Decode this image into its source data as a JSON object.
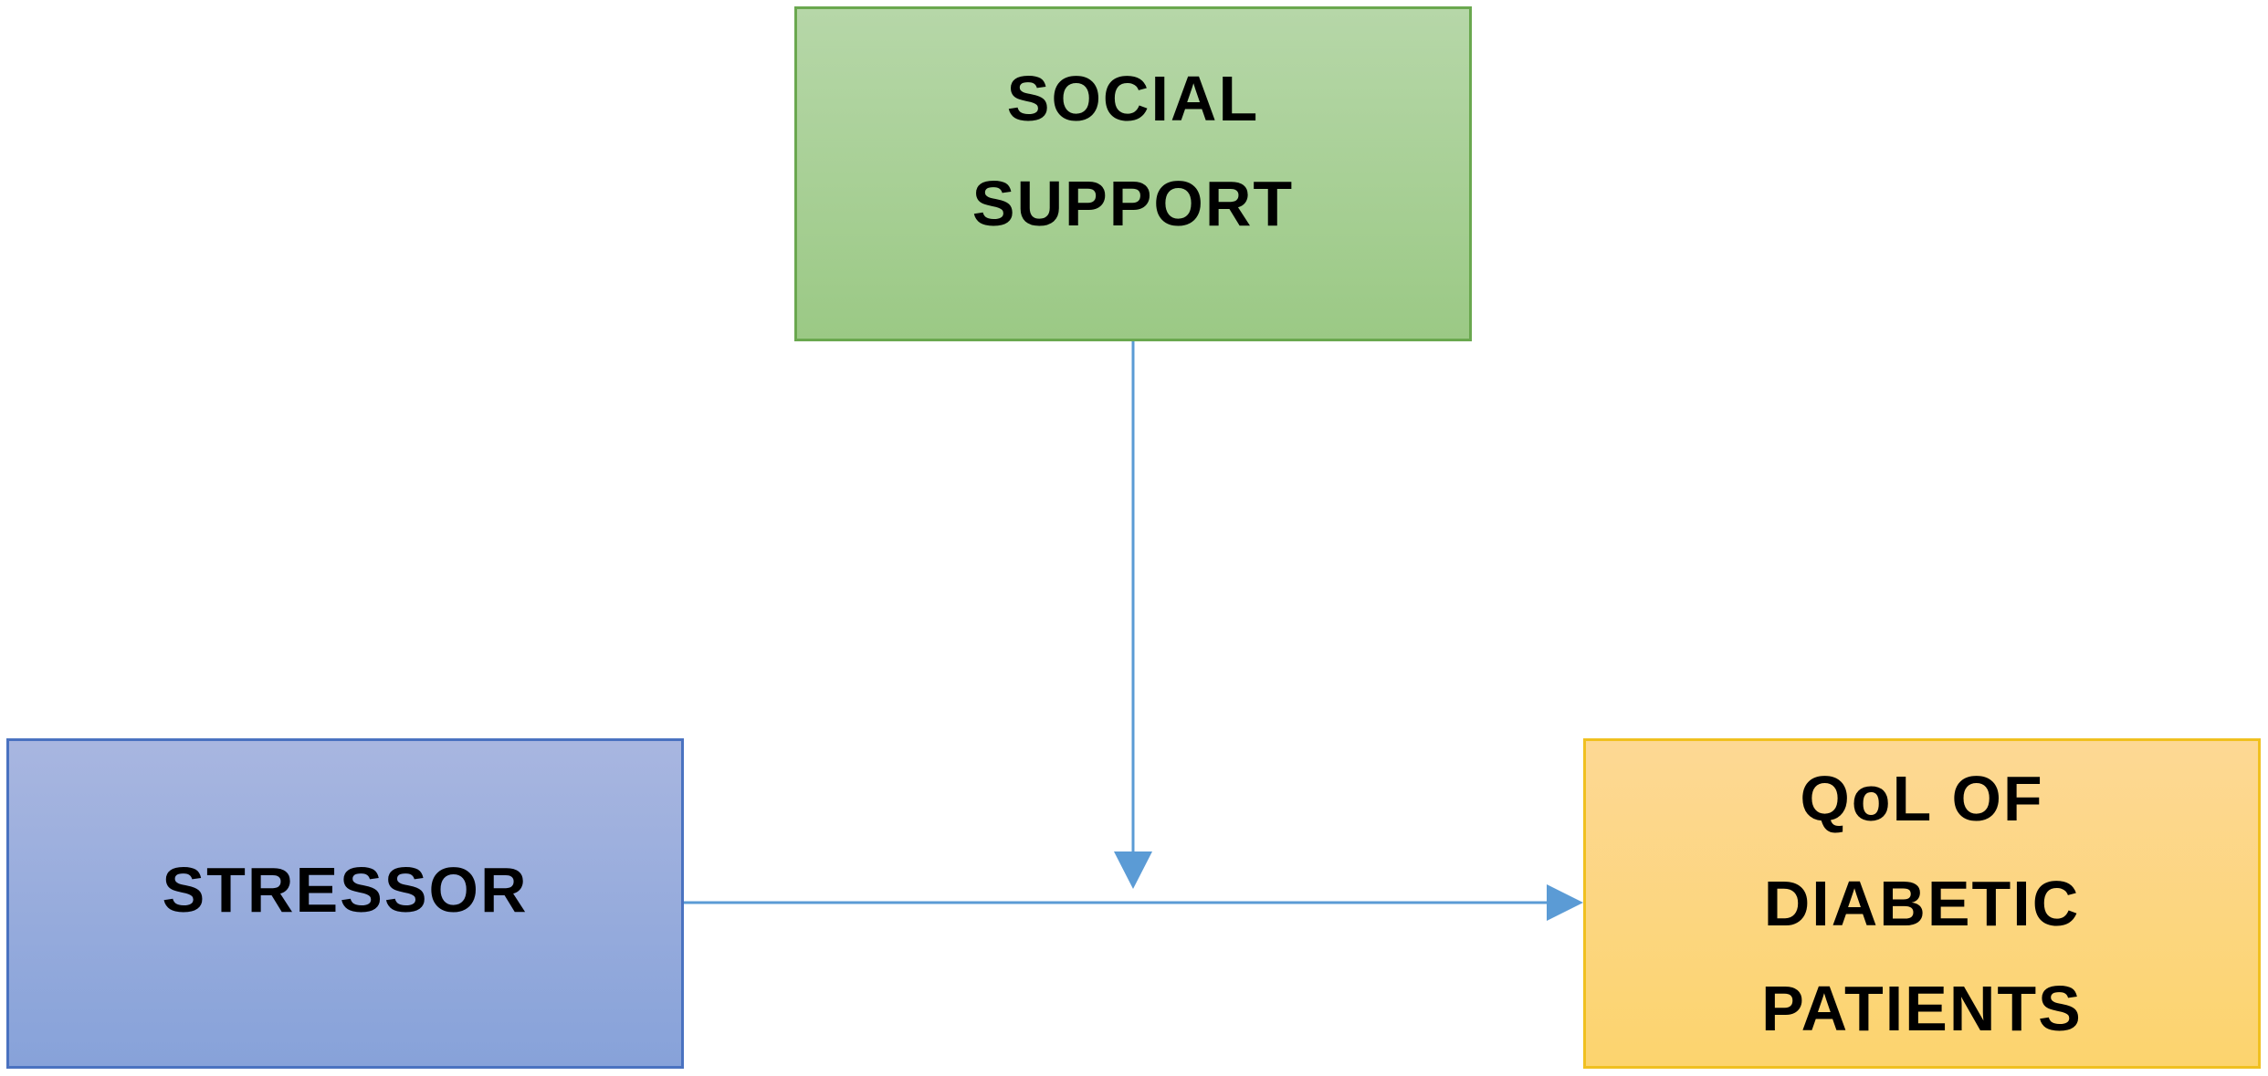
{
  "diagram": {
    "nodes": {
      "social_support": {
        "label": "SOCIAL\nSUPPORT",
        "color": "#b6d7a8"
      },
      "stressor": {
        "label": "STRESSOR",
        "color": "#a8b6e0"
      },
      "qol": {
        "label": "QoL OF\nDIABETIC\nPATIENTS",
        "color": "#fdd894"
      }
    },
    "edges": [
      {
        "from": "stressor",
        "to": "qol"
      },
      {
        "from": "social_support",
        "to": "stressor-qol-edge"
      }
    ],
    "edge_color": "#5b9bd5"
  }
}
